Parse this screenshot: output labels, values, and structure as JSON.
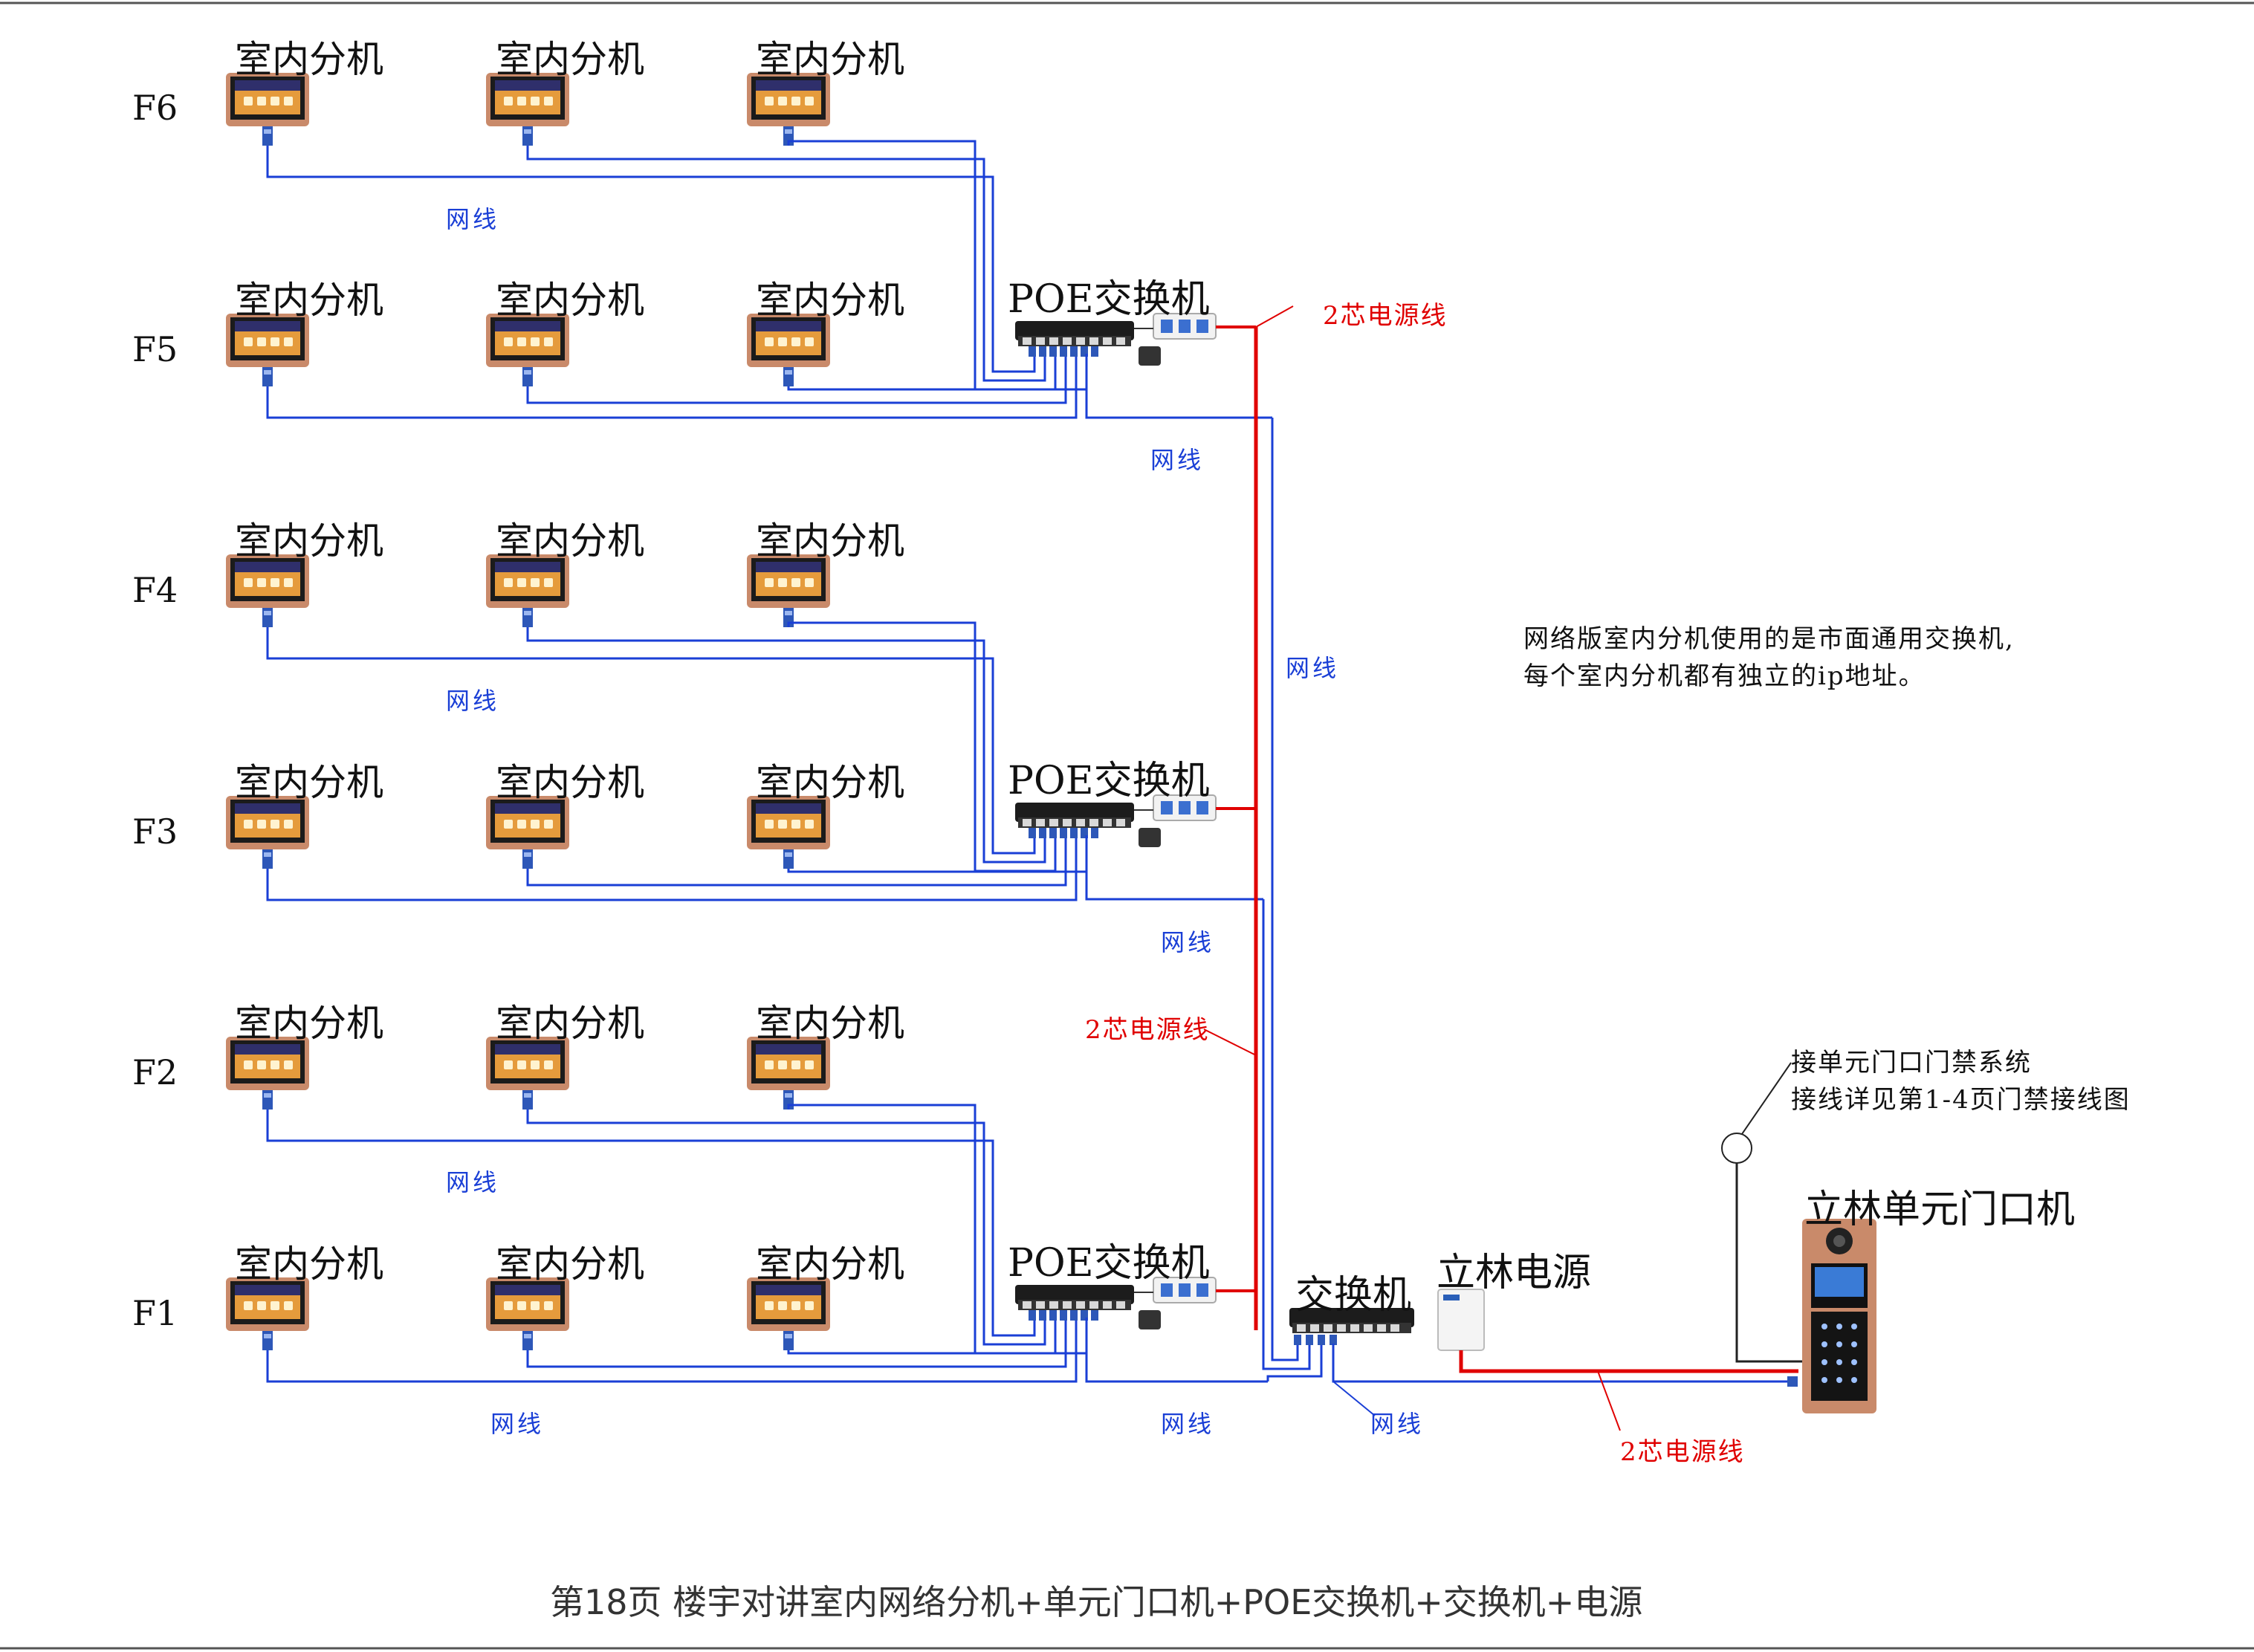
{
  "labels": {
    "indoor_unit": "室内分机",
    "poe_switch": "POE交换机",
    "switch": "交换机",
    "power_supply": "立林电源",
    "door_station": "立林单元门口机",
    "net_cable": "网线",
    "power_cable": "2芯电源线"
  },
  "floors": [
    "F6",
    "F5",
    "F4",
    "F3",
    "F2",
    "F1"
  ],
  "note": {
    "line1": "网络版室内分机使用的是市面通用交换机,",
    "line2": "每个室内分机都有独立的ip地址。"
  },
  "door_access_note": {
    "line1": "接单元门口门禁系统",
    "line2": "接线详见第1-4页门禁接线图"
  },
  "footer": "第18页  楼宇对讲室内网络分机+单元门口机+POE交换机+交换机+电源",
  "colors": {
    "net": "#1a3fd6",
    "power": "#e00000",
    "bezel": "#c98a6a"
  }
}
